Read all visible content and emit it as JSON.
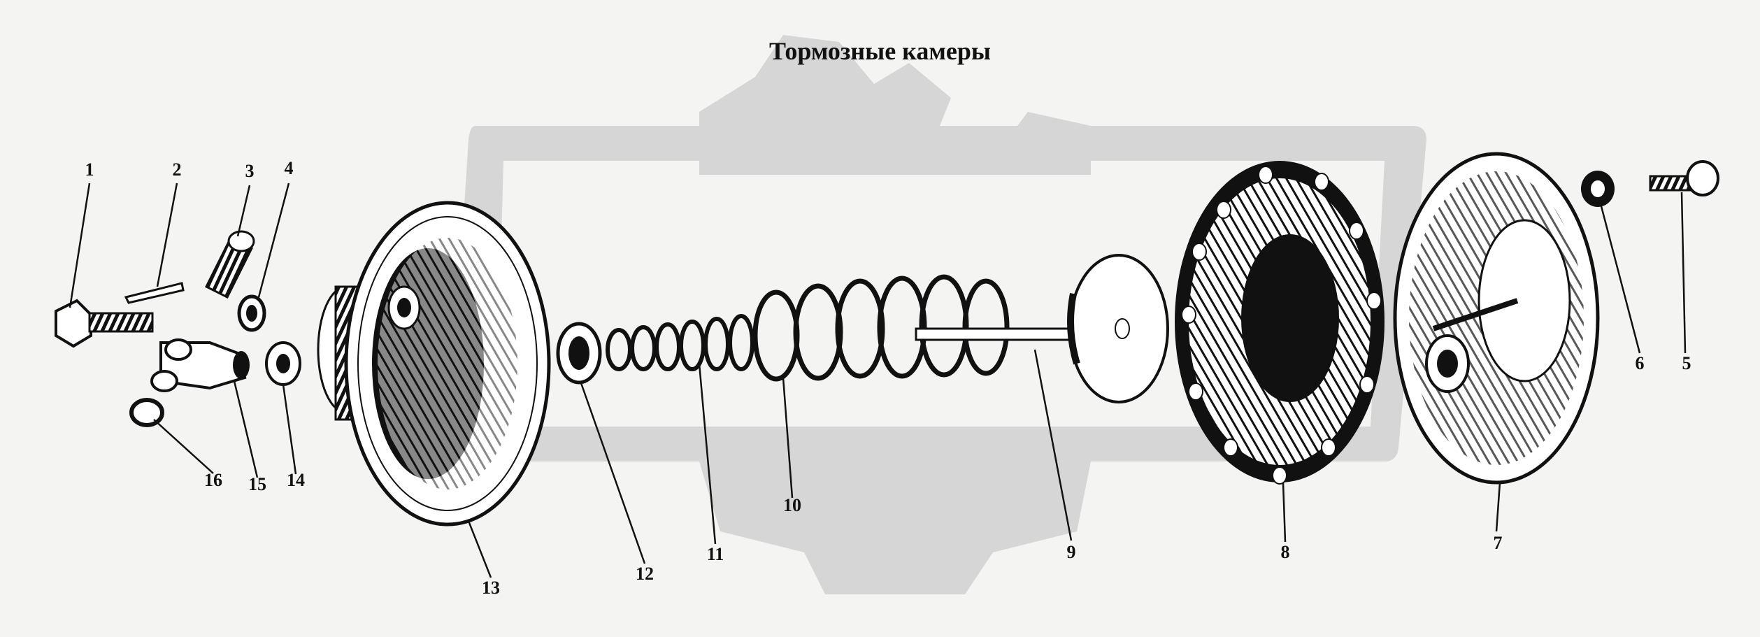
{
  "title": "Тормозные камеры",
  "callouts": [
    {
      "id": "1",
      "label": "1"
    },
    {
      "id": "2",
      "label": "2"
    },
    {
      "id": "3",
      "label": "3"
    },
    {
      "id": "4",
      "label": "4"
    },
    {
      "id": "5",
      "label": "5"
    },
    {
      "id": "6",
      "label": "6"
    },
    {
      "id": "7",
      "label": "7"
    },
    {
      "id": "8",
      "label": "8"
    },
    {
      "id": "9",
      "label": "9"
    },
    {
      "id": "10",
      "label": "10"
    },
    {
      "id": "11",
      "label": "11"
    },
    {
      "id": "12",
      "label": "12"
    },
    {
      "id": "13",
      "label": "13"
    },
    {
      "id": "14",
      "label": "14"
    },
    {
      "id": "15",
      "label": "15"
    },
    {
      "id": "16",
      "label": "16"
    }
  ],
  "watermark": {
    "color": "#d6d6d6"
  },
  "colors": {
    "ink": "#111111",
    "paper": "#f4f4f2"
  }
}
